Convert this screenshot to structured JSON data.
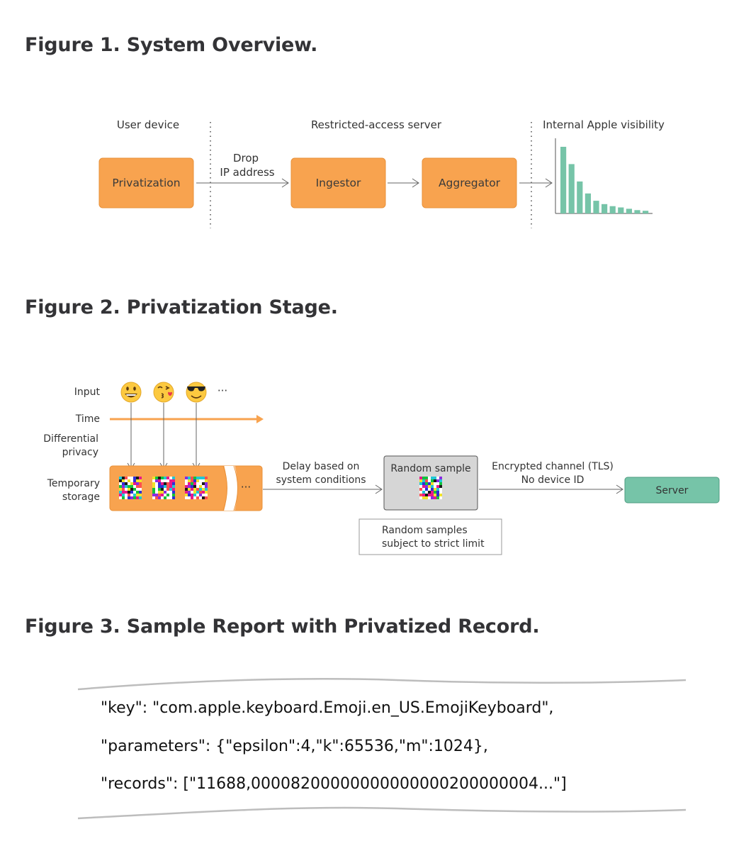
{
  "figure1": {
    "title": "Figure 1. System Overview.",
    "zone_user": "User device",
    "zone_server": "Restricted-access server",
    "zone_apple": "Internal Apple visibility",
    "drop_line1": "Drop",
    "drop_line2": "IP address",
    "box_privatization": "Privatization",
    "box_ingestor": "Ingestor",
    "box_aggregator": "Aggregator",
    "histogram_values": [
      1.0,
      0.74,
      0.48,
      0.3,
      0.19,
      0.14,
      0.11,
      0.09,
      0.07,
      0.05,
      0.04
    ]
  },
  "figure2": {
    "title": "Figure 2. Privatization Stage.",
    "label_input": "Input",
    "label_time": "Time",
    "label_dp_1": "Differential",
    "label_dp_2": "privacy",
    "label_storage_1": "Temporary",
    "label_storage_2": "storage",
    "input_ellipsis": "···",
    "storage_ellipsis": "···",
    "delay_1": "Delay based on",
    "delay_2": "system conditions",
    "random_sample": "Random sample",
    "note_1": "Random samples",
    "note_2": "subject to strict limit",
    "channel_1": "Encrypted channel (TLS)",
    "channel_2": "No device ID",
    "server": "Server",
    "emojis": [
      "grinning-face",
      "face-blowing-kiss",
      "smiling-face-with-sunglasses"
    ]
  },
  "figure3": {
    "title": "Figure 3. Sample Report with Privatized Record.",
    "line1": "\"key\": \"com.apple.keyboard.Emoji.en_US.EmojiKeyboard\",",
    "line2": "\"parameters\": {\"epsilon\":4,\"k\":65536,\"m\":1024},",
    "line3": "\"records\": [\"11688,00008200000000000000200000004...\"]"
  },
  "colors": {
    "orange_fill": "#f8a34f",
    "orange_stroke": "#e8913a",
    "teal": "#76c4a8",
    "gray_box": "#d6d6d6",
    "text": "#333333"
  }
}
